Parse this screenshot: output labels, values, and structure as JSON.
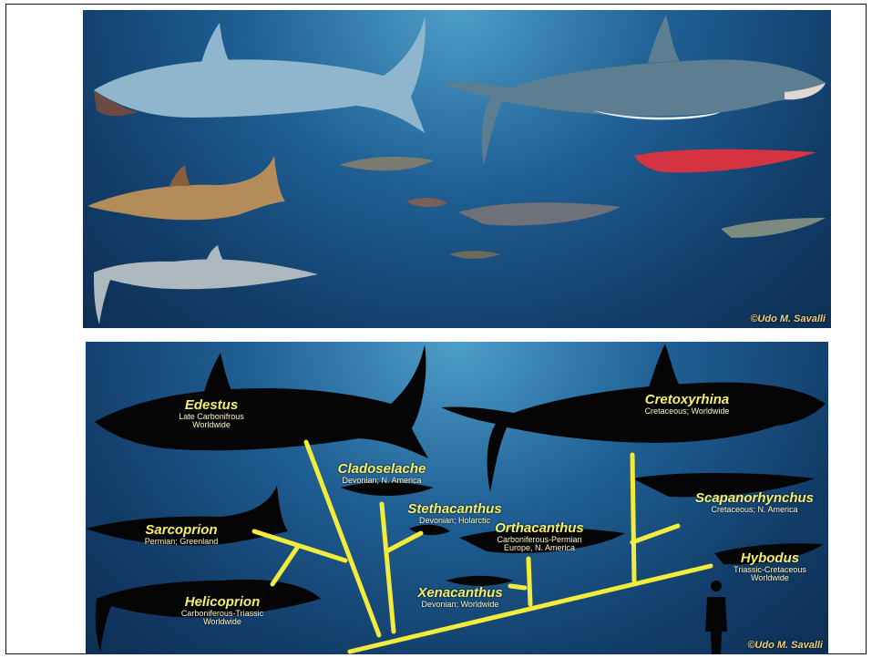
{
  "credits": {
    "top": "©Udo M. Savalli",
    "bottom": "©Udo M. Savalli"
  },
  "taxa": [
    {
      "name": "Edestus",
      "desc1": "Late Carbonifrous",
      "desc2": "Worldwide"
    },
    {
      "name": "Cretoxyrhina",
      "desc1": "Cretaceous; Worldwide",
      "desc2": ""
    },
    {
      "name": "Cladoselache",
      "desc1": "Devonian; N. America",
      "desc2": ""
    },
    {
      "name": "Stethacanthus",
      "desc1": "Devonian; Holarctic",
      "desc2": ""
    },
    {
      "name": "Orthacanthus",
      "desc1": "Carboniferous-Permian",
      "desc2": "Europe, N. America"
    },
    {
      "name": "Scapanorhynchus",
      "desc1": "Cretaceous; N. America",
      "desc2": ""
    },
    {
      "name": "Sarcoprion",
      "desc1": "Permian; Greenland",
      "desc2": ""
    },
    {
      "name": "Hybodus",
      "desc1": "Triassic-Cretaceous",
      "desc2": "Worldwide"
    },
    {
      "name": "Xenacanthus",
      "desc1": "Devonian; Worldwide",
      "desc2": ""
    },
    {
      "name": "Helicoprion",
      "desc1": "Carboniferous-Triassic",
      "desc2": "Worldwide"
    }
  ],
  "colors": {
    "tree": "#f3ec3a",
    "water": "#1f5f94",
    "silhouette": "#050505",
    "label": "#f6f069"
  }
}
